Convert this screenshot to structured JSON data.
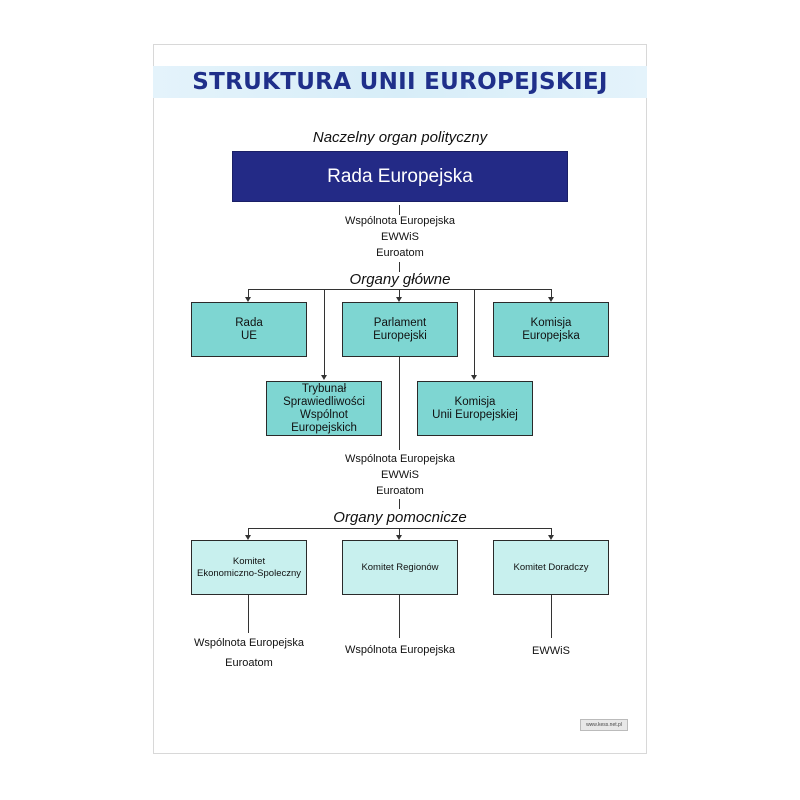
{
  "title": "STRUKTURA UNII EUROPEJSKIEJ",
  "top_caption": "Naczelny organ polityczny",
  "top_box": "Rada Europejska",
  "under_top": [
    "Wspólnota Europejska",
    "EWWiS",
    "Euroatom"
  ],
  "main_caption": "Organy główne",
  "main_row1": [
    [
      "Rada",
      "UE"
    ],
    [
      "Parlament",
      "Europejski"
    ],
    [
      "Komisja",
      "Europejska"
    ]
  ],
  "main_row2": [
    [
      "Trybunał",
      "Sprawiedliwości",
      "Wspólnot",
      "Europejskich"
    ],
    [
      "Komisja",
      "Unii Europejskiej"
    ]
  ],
  "under_parliament": [
    "Wspólnota Europejska",
    "EWWiS",
    "Euroatom"
  ],
  "aux_caption": "Organy pomocnicze",
  "aux_boxes": [
    [
      "Komitet",
      "Ekonomiczno-Spoleczny"
    ],
    [
      "Komitet Regionów"
    ],
    [
      "Komitet Doradczy"
    ]
  ],
  "aux_notes": [
    [
      "Wspólnota Europejska",
      "Euroatom"
    ],
    [
      "Wspólnota Europejska"
    ],
    [
      "EWWiS"
    ]
  ],
  "watermark": "www.kess.net.pl"
}
